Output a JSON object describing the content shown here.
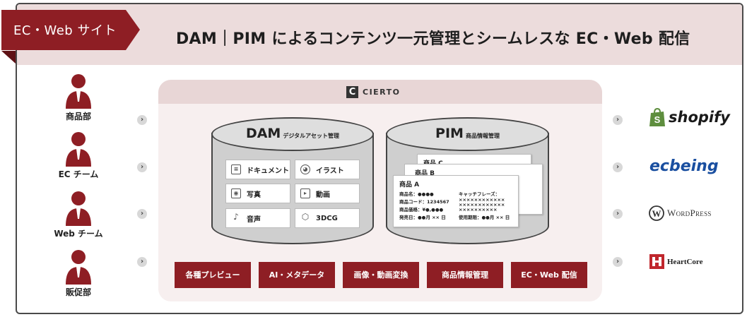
{
  "header": {
    "tag": "EC・Web サイト",
    "title": "DAM｜PIM によるコンテンツ一元管理とシームレスな EC・Web 配信"
  },
  "people": [
    {
      "label": "商品部"
    },
    {
      "label": "EC チーム"
    },
    {
      "label": "Web チーム"
    },
    {
      "label": "販促部"
    }
  ],
  "cierto": {
    "logo_mark": "C",
    "name": "CIERTO"
  },
  "dam": {
    "title": "DAM",
    "subtitle": "デジタルアセット管理",
    "items": [
      {
        "label": "ドキュメント",
        "icon": "document-icon"
      },
      {
        "label": "イラスト",
        "icon": "palette-icon"
      },
      {
        "label": "写真",
        "icon": "camera-icon"
      },
      {
        "label": "動画",
        "icon": "video-icon"
      },
      {
        "label": "音声",
        "icon": "microphone-icon"
      },
      {
        "label": "3DCG",
        "icon": "cube-icon"
      }
    ]
  },
  "pim": {
    "title": "PIM",
    "subtitle": "商品情報管理",
    "cards": {
      "c": "商品 C",
      "b": "商品 B",
      "a": "商品 A"
    },
    "fields": {
      "name": "商品名：●●●●",
      "code": "商品コード：1234567",
      "price": "商品価格：¥●,●●●",
      "release": "発売日：●●月 ×× 日",
      "catch_label": "キャッチフレーズ：",
      "catch_line1": "××××××××××××",
      "catch_line2": "××××××××××××",
      "catch_line3": "××××××××××",
      "period": "使用期限：●●月 ×× 日"
    }
  },
  "features": [
    {
      "label": "各種プレビュー"
    },
    {
      "label": "AI・メタデータ"
    },
    {
      "label": "画像・動画変換"
    },
    {
      "label": "商品情報管理"
    },
    {
      "label": "EC・Web 配信"
    }
  ],
  "chevron": "›",
  "brands": {
    "shopify": "shopify",
    "ecbeing": "ecbeing",
    "wordpress": "WordPress",
    "heartcore": "HeartCore"
  },
  "colors": {
    "accent": "#8e1e24",
    "band": "#ecdcdc",
    "panel": "#f7efef"
  }
}
